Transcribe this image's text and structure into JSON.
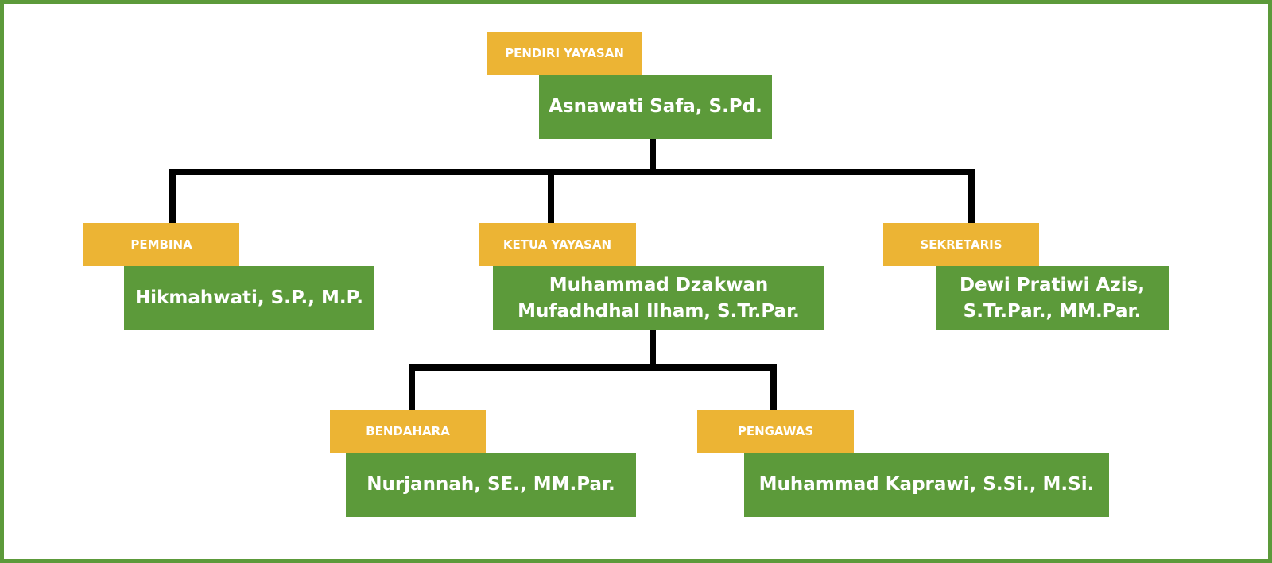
{
  "colors": {
    "label": "#ecb434",
    "name": "#5c9a3a",
    "border": "#5c9a3a",
    "line": "#000000"
  },
  "nodes": {
    "pendiri": {
      "role": "PENDIRI YAYASAN",
      "name": "Asnawati Safa, S.Pd."
    },
    "pembina": {
      "role": "PEMBINA",
      "name": "Hikmahwati, S.P., M.P."
    },
    "ketua": {
      "role": "KETUA YAYASAN",
      "name_line1": "Muhammad Dzakwan",
      "name_line2": "Mufadhdhal Ilham, S.Tr.Par."
    },
    "sekretaris": {
      "role": "SEKRETARIS",
      "name_line1": "Dewi Pratiwi Azis,",
      "name_line2": "S.Tr.Par., MM.Par."
    },
    "bendahara": {
      "role": "BENDAHARA",
      "name": "Nurjannah, SE., MM.Par."
    },
    "pengawas": {
      "role": "PENGAWAS",
      "name": "Muhammad Kaprawi, S.Si., M.Si."
    }
  }
}
